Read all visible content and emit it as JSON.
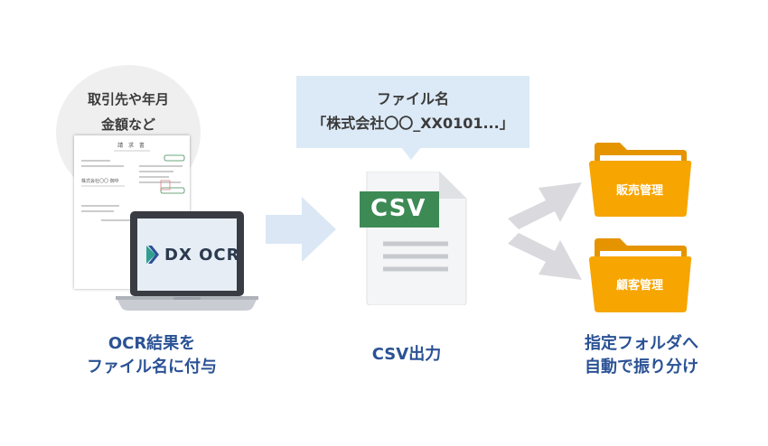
{
  "bubble": {
    "line1": "取引先や年月",
    "line2": "金額など"
  },
  "document": {
    "title": "請 求 書",
    "company": "株式会社〇〇 御中"
  },
  "laptop": {
    "brand": "DX OCR"
  },
  "callout": {
    "line1": "ファイル名",
    "line2": "「株式会社〇〇_XX0101...」"
  },
  "csv_file": {
    "label": "CSV"
  },
  "folders": [
    {
      "label": "販売管理"
    },
    {
      "label": "顧客管理"
    }
  ],
  "captions": {
    "step1_line1": "OCR結果を",
    "step1_line2": "ファイル名に付与",
    "step2": "CSV出力",
    "step3_line1": "指定フォルダへ",
    "step3_line2": "自動で振り分け"
  },
  "colors": {
    "caption": "#2b5295",
    "csv_green": "#3d8a55",
    "folder_orange": "#f7a500",
    "arrow_blue": "#dbe7f4",
    "arrow_gray": "#d9d9de"
  }
}
